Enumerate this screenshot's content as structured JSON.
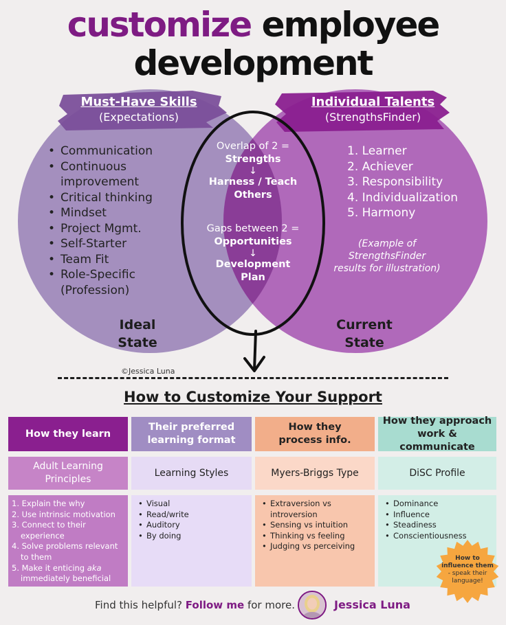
{
  "title": {
    "accent": "customize",
    "line1_rest": " employee",
    "line2": "development"
  },
  "left": {
    "title": "Must-Have Skills",
    "subtitle": "(Expectations)",
    "items": [
      [
        "Communication"
      ],
      [
        "Continuous",
        "improvement"
      ],
      [
        "Critical thinking"
      ],
      [
        "Mindset"
      ],
      [
        "Project Mgmt."
      ],
      [
        "Self-Starter"
      ],
      [
        "Team Fit"
      ],
      [
        "Role-Specific",
        "(Profession)"
      ]
    ],
    "state_line1": "Ideal",
    "state_line2": "State"
  },
  "right": {
    "title": "Individual Talents",
    "subtitle": "(StrengthsFinder)",
    "items": [
      "1. Learner",
      "2. Achiever",
      "3. Responsibility",
      "4. Individualization",
      "5. Harmony"
    ],
    "note_line1": "(Example of",
    "note_line2": "StrengthsFinder",
    "note_line3": "results for illustration)",
    "state_line1": "Current",
    "state_line2": "State"
  },
  "overlap": {
    "line1": "Overlap of 2 =",
    "line2": "Strengths",
    "arrow": "↓",
    "line3": "Harness / Teach",
    "line4": "Others",
    "line5": "Gaps between 2 =",
    "line6": "Opportunities",
    "line7": "Development",
    "line8": "Plan"
  },
  "copyright": "©Jessica Luna",
  "section_title": "How to Customize Your Support",
  "columns": [
    {
      "header": [
        "How they learn"
      ],
      "subheader": [
        "Adult Learning",
        "Principles"
      ],
      "items": [
        "1. Explain the why",
        "2. Use intrinsic motivation",
        "3. Connect to their experience",
        "4. Solve problems relevant to them",
        "5. Make it enticing aka immediately beneficial"
      ]
    },
    {
      "header": [
        "Their preferred",
        "learning format"
      ],
      "subheader": [
        "Learning Styles"
      ],
      "items": [
        "Visual",
        "Read/write",
        "Auditory",
        "By doing"
      ]
    },
    {
      "header": [
        "How they",
        "process info."
      ],
      "subheader": [
        "Myers-Briggs Type"
      ],
      "items": [
        "Extraversion vs introversion",
        "Sensing vs intuition",
        "Thinking vs feeling",
        "Judging vs perceiving"
      ]
    },
    {
      "header": [
        "How they approach",
        "work & communicate"
      ],
      "subheader": [
        "DiSC Profile"
      ],
      "items": [
        "Dominance",
        "Influence",
        "Steadiness",
        "Conscientiousness"
      ]
    }
  ],
  "burst": {
    "line1": "How to",
    "line2": "influence them",
    "line3": "- speak their",
    "line4": "language!"
  },
  "footer": {
    "prefix": "Find this helpful? ",
    "cta": "Follow me",
    "suffix": " for more.",
    "name": "Jessica Luna"
  },
  "colors": {
    "accent": "#7e1b83",
    "left_circle": "#a48fbe",
    "right_circle": "#b069ba",
    "overlap": "#8a3d97",
    "col1_header": "#8a1f8f",
    "col1_sub": "#c684c7",
    "col1_body": "#c07cc4",
    "col2_header": "#a08dc3",
    "col2_sub": "#e6dbf5",
    "col2_body": "#e7dcf7",
    "col3_header": "#f2ae8a",
    "col3_sub": "#fbd8c8",
    "col3_body": "#f8c6ad",
    "col4_header": "#a8dcd0",
    "col4_sub": "#d3eee7",
    "col4_body": "#d2eee6",
    "burst": "#f6a63f"
  }
}
